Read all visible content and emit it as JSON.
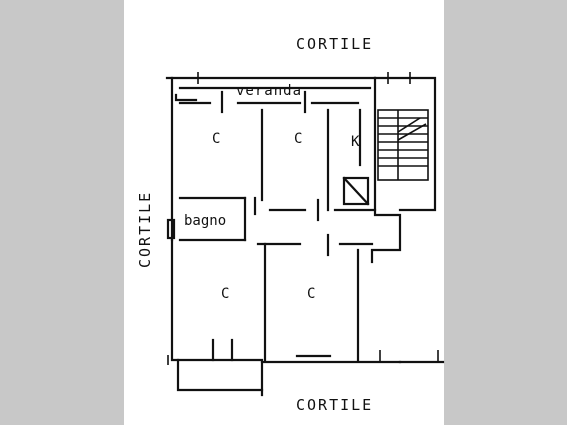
{
  "labels": {
    "courtyard_top": "CORTILE",
    "courtyard_left": "CORTILE",
    "courtyard_bottom": "CORTILE",
    "veranda": "veranda",
    "bathroom": "bagno",
    "kitchen": "K",
    "room_1": "C",
    "room_2": "C",
    "room_3": "C",
    "room_4": "C"
  },
  "colors": {
    "wall": "#111111",
    "paper": "#ffffff",
    "margin": "#c8c8c8"
  }
}
